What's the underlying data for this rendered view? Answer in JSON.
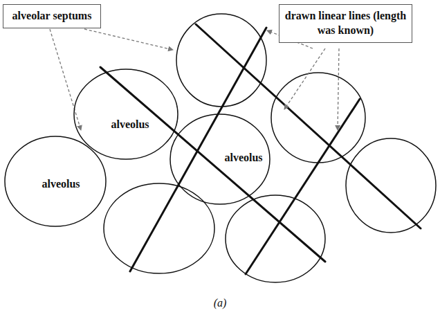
{
  "diagram": {
    "caption": "(a)",
    "nodes": [
      {
        "text": [
          "alveolar septums"
        ]
      },
      {
        "text": [
          "drawn linear lines (length was known)"
        ]
      },
      {
        "text": [
          "alveolus"
        ]
      },
      {
        "text": [
          "alveolus"
        ]
      },
      {
        "text": [
          "alveolus"
        ]
      }
    ]
  }
}
